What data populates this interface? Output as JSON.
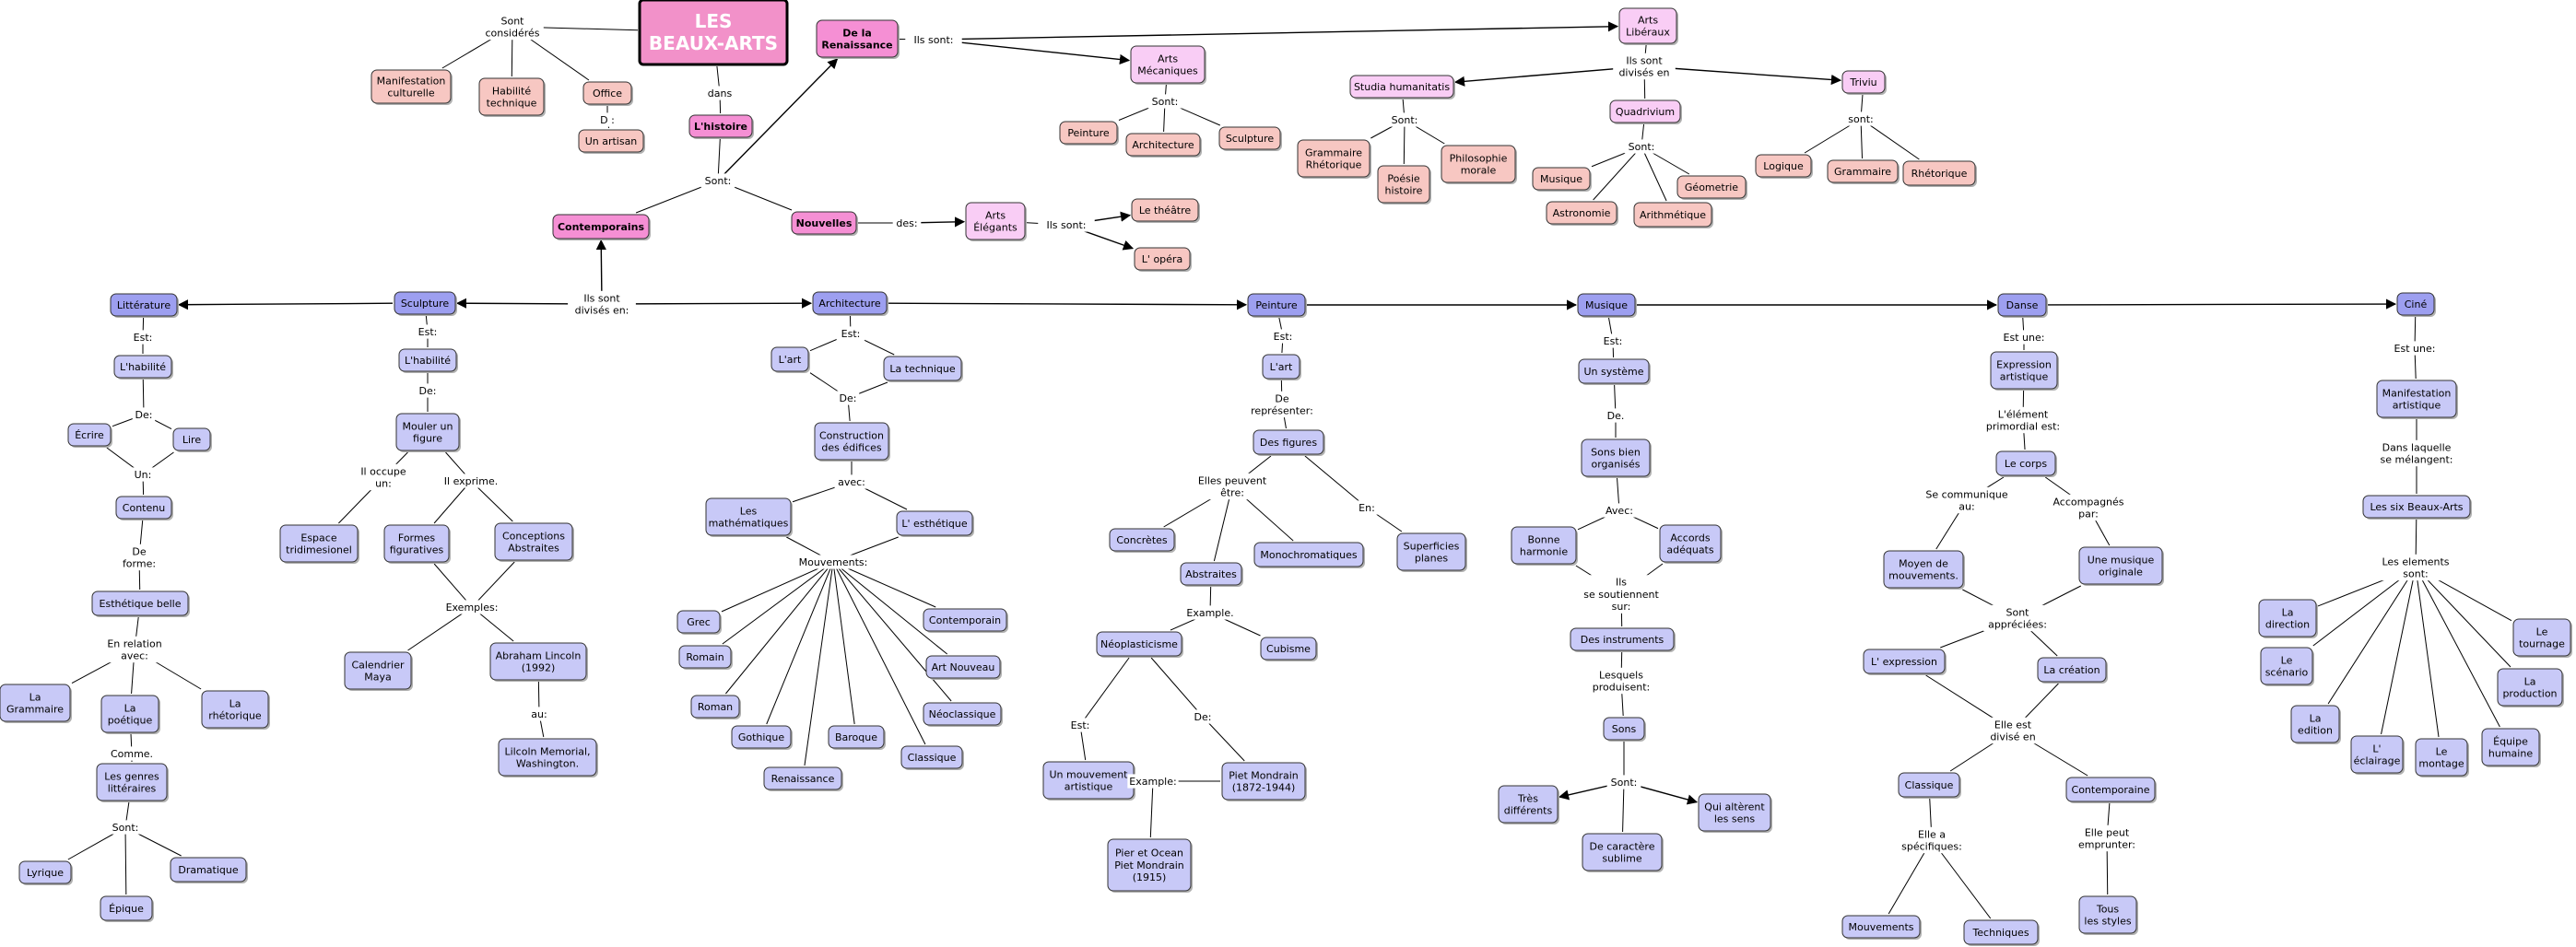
{
  "title": "LES\nBEAUX-ARTS",
  "colors": {
    "title_fill": "#f291c9",
    "pink_strong": "#f58fd4",
    "pink_light": "#f9cdf5",
    "salmon": "#f7c7c2",
    "periwinkle": "#c8c9f7",
    "periwinkle_dark": "#9d9ff0",
    "stroke": "#333333"
  },
  "nodes": {
    "title": "LES\nBEAUX-ARTS",
    "renaissance": "De la\nRenaissance",
    "histoire": "L'histoire",
    "contemporains": "Contemporains",
    "nouvelles": "Nouvelles",
    "manif_cult": "Manifestation\nculturelle",
    "habilite_tech": "Habilité\ntechnique",
    "office": "Office",
    "un_artisan": "Un artisan",
    "arts_meca": "Arts\nMécaniques",
    "peinture_m": "Peinture",
    "architecture_m": "Architecture",
    "sculpture_m": "Sculpture",
    "arts_elegants": "Arts\nÉlégants",
    "theatre": "Le théâtre",
    "opera": "L' opéra",
    "arts_liberaux": "Arts\nLibéraux",
    "studia": "Studia humanitatis",
    "quadrivium": "Quadrivium",
    "triviu": "Triviu",
    "gram_rhet": "Grammaire\nRhétorique",
    "poesie": "Poésie\nhistoire",
    "philo": "Philosophie\nmorale",
    "musique_q": "Musique",
    "astronomie": "Astronomie",
    "arithmetique": "Arithmétique",
    "geometrie": "Géometrie",
    "logique": "Logique",
    "grammaire_t": "Grammaire",
    "rhetorique_t": "Rhétorique",
    "litterature": "Littérature",
    "sculpture": "Sculpture",
    "architecture": "Architecture",
    "peinture": "Peinture",
    "musique": "Musique",
    "danse": "Danse",
    "cine": "Ciné",
    "l_habilite_l": "L'habilité",
    "ecrire": "Écrire",
    "lire": "Lire",
    "contenu": "Contenu",
    "esthetique_belle": "Esthétique belle",
    "la_grammaire": "La\nGrammaire",
    "la_poetique": "La\npoétique",
    "la_rhetorique": "La\nrhétorique",
    "genres_litt": "Les genres\nlittéraires",
    "lyrique": "Lyrique",
    "epique": "Épique",
    "dramatique": "Dramatique",
    "l_habilite_s": "L'habilité",
    "mouler": "Mouler un\nfigure",
    "espace": "Espace\ntridimesionel",
    "formes_fig": "Formes\nfiguratives",
    "conceptions": "Conceptions\nAbstraites",
    "calendrier": "Calendrier\nMaya",
    "lincoln": "Abraham Lincoln\n(1992)",
    "lincoln_mem": "Lilcoln Memorial,\nWashington.",
    "l_art_a": "L'art",
    "la_technique": "La technique",
    "construction": "Construction\ndes édifices",
    "mathematiques": "Les\nmathématiques",
    "l_esthetique": "L' esthétique",
    "grec": "Grec",
    "romain": "Romain",
    "roman": "Roman",
    "gothique": "Gothique",
    "renaissance_a": "Renaissance",
    "baroque": "Baroque",
    "classique_a": "Classique",
    "neoclassique": "Néoclassique",
    "art_nouveau": "Art Nouveau",
    "contemporain_a": "Contemporain",
    "l_art_p": "L'art",
    "des_figures": "Des figures",
    "concretes": "Concrètes",
    "abstraites": "Abstraites",
    "monochromatiques": "Monochromatiques",
    "superficies": "Superficies\nplanes",
    "neoplasticisme": "Néoplasticisme",
    "cubisme": "Cubisme",
    "mouvement_art": "Un mouvement\nartistique",
    "piet": "Piet Mondrain\n(1872-1944)",
    "pier_ocean": "Pier et Ocean\nPiet Mondrain\n(1915)",
    "un_systeme": "Un système",
    "sons_bien": "Sons bien\norganisés",
    "bonne_harm": "Bonne\nharmonie",
    "accords": "Accords\nadéquats",
    "des_instruments": "Des instruments",
    "sons": "Sons",
    "tres_diff": "Très\ndifférents",
    "qui_alterent": "Qui altèrent\nles sens",
    "caractere": "De caractère\nsublime",
    "expression_art": "Expression\nartistique",
    "le_corps": "Le corps",
    "moyen_mouv": "Moyen de\nmouvements.",
    "musique_orig": "Une musique\noriginale",
    "l_expression": "L' expression",
    "la_creation": "La création",
    "classique_d": "Classique",
    "contemporaine": "Contemporaine",
    "mouvements_d": "Mouvements",
    "techniques": "Techniques",
    "tous_styles": "Tous\nles styles",
    "manif_art": "Manifestation\nartistique",
    "six_beaux": "Les six Beaux-Arts",
    "la_direction": "La\ndirection",
    "le_scenario": "Le\nscénario",
    "la_edition": "La\nedition",
    "l_eclairage": "L'\néclairage",
    "le_montage": "Le\nmontage",
    "equipe": "Équipe\nhumaine",
    "la_production": "La\nproduction",
    "le_tournage": "Le\ntournage"
  },
  "linking": {
    "sont_consideres": "Sont\nconsidérés",
    "d": "D :",
    "dans": "dans",
    "sont": "Sont:",
    "ils_sont": "Ils sont:",
    "sont_meca": "Sont:",
    "des": "des:",
    "ils_sont_el": "Ils sont:",
    "ils_sont_divises_en": "Ils sont\ndivisés en",
    "sont_studia": "Sont:",
    "sont_quad": "Sont:",
    "sont_triv": "sont:",
    "ils_sont_divises": "Ils sont\ndivisés en:",
    "est_l": "Est:",
    "de_l": "De:",
    "un_l": "Un:",
    "de_forme": "De\nforme:",
    "en_relation": "En relation\navec:",
    "comme": "Comme.",
    "sont_l": "Sont:",
    "est_s": "Est:",
    "de_s": "De:",
    "il_occupe": "Il occupe\nun:",
    "il_exprime": "Il exprime.",
    "exemples": "Exemples:",
    "au": "au:",
    "est_a": "Est:",
    "de_a": "De:",
    "avec_a": "avec:",
    "mouvements_a": "Mouvements:",
    "est_p": "Est:",
    "de_representer": "De\nreprésenter:",
    "elles_peuvent": "Elles peuvent\nêtre:",
    "en_p": "En:",
    "example_p": "Example.",
    "est_np": "Est:",
    "de_np": "De:",
    "example_np": "Example:",
    "est_m": "Est:",
    "de_m": "De.",
    "avec_m": "Avec:",
    "ils_soutiennent": "Ils\nse soutiennent\nsur:",
    "lesquels": "Lesquels\nproduisent:",
    "sont_m": "Sont:",
    "est_une_d": "Est une:",
    "element_primorial": "L'élément\nprimordial est:",
    "se_communique": "Se communique\nau:",
    "accompagnes": "Accompagnés\npar:",
    "sont_apprecies": "Sont\nappréciées:",
    "elle_est_divise": "Elle est\ndivisé en",
    "elle_a_specifiques": "Elle a\nspécifiques:",
    "elle_peut_emprunter": "Elle peut\nemprunter:",
    "est_une_c": "Est une:",
    "dans_laquelle": "Dans laquelle\nse mélangent:",
    "les_elements_sont": "Les elements\nsont:"
  }
}
